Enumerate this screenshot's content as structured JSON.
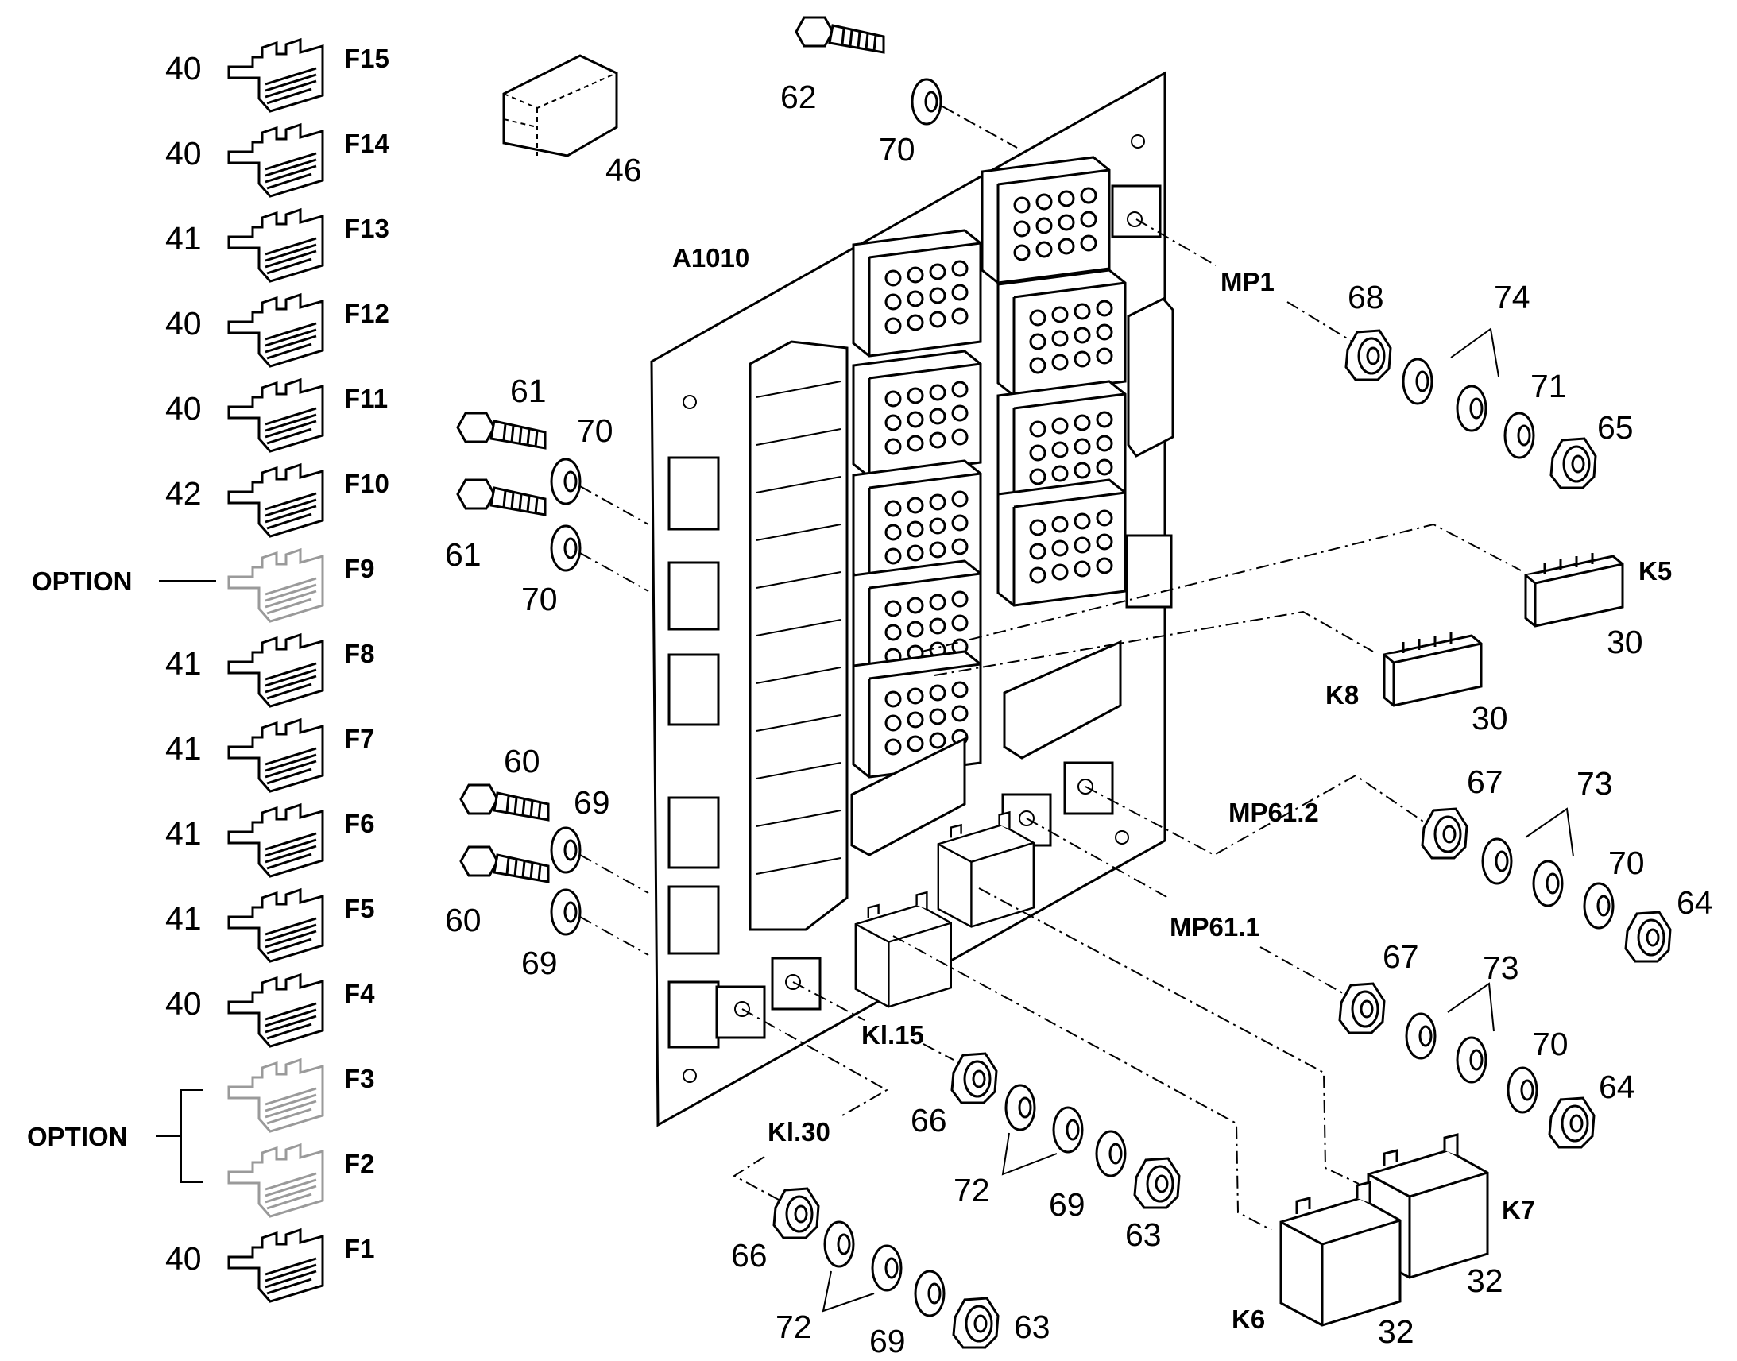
{
  "board_label": "A1010",
  "fuses": [
    {
      "qty": "40",
      "name": "F15"
    },
    {
      "qty": "40",
      "name": "F14"
    },
    {
      "qty": "41",
      "name": "F13"
    },
    {
      "qty": "40",
      "name": "F12"
    },
    {
      "qty": "40",
      "name": "F11"
    },
    {
      "qty": "42",
      "name": "F10"
    },
    {
      "qty": "",
      "name": "F9",
      "optional": true
    },
    {
      "qty": "41",
      "name": "F8"
    },
    {
      "qty": "41",
      "name": "F7"
    },
    {
      "qty": "41",
      "name": "F6"
    },
    {
      "qty": "41",
      "name": "F5"
    },
    {
      "qty": "40",
      "name": "F4"
    },
    {
      "qty": "",
      "name": "F3",
      "optional": true
    },
    {
      "qty": "",
      "name": "F2",
      "optional": true
    },
    {
      "qty": "40",
      "name": "F1"
    }
  ],
  "option_labels": [
    "OPTION",
    "OPTION"
  ],
  "top_parts": {
    "bolt": "62",
    "washer": "70",
    "cover": "46"
  },
  "left_hardware": [
    {
      "bolt": "61",
      "washer": "70"
    },
    {
      "bolt": "61",
      "washer": "70"
    },
    {
      "bolt": "60",
      "washer": "69"
    },
    {
      "bolt": "60",
      "washer": "69"
    }
  ],
  "terminals": {
    "mp1": {
      "label": "MP1",
      "nut": "68",
      "washer_pair": "74",
      "washer": "71",
      "cap_nut": "65"
    },
    "mp612": {
      "label": "MP61.2",
      "nut": "67",
      "washer_pair": "73",
      "washer": "70",
      "cap_nut": "64"
    },
    "mp611": {
      "label": "MP61.1",
      "nut": "67",
      "washer_pair": "73",
      "washer": "70",
      "cap_nut": "64"
    },
    "kl15": {
      "label": "Kl.15",
      "nut": "66",
      "washer_pair": "72",
      "washer": "69",
      "cap_nut": "63"
    },
    "kl30": {
      "label": "Kl.30",
      "nut": "66",
      "washer_pair": "72",
      "washer": "69",
      "cap_nut": "63"
    }
  },
  "relays": [
    {
      "label": "K5",
      "qty": "30"
    },
    {
      "label": "K8",
      "qty": "30"
    },
    {
      "label": "K7",
      "qty": "32"
    },
    {
      "label": "K6",
      "qty": "32"
    }
  ]
}
